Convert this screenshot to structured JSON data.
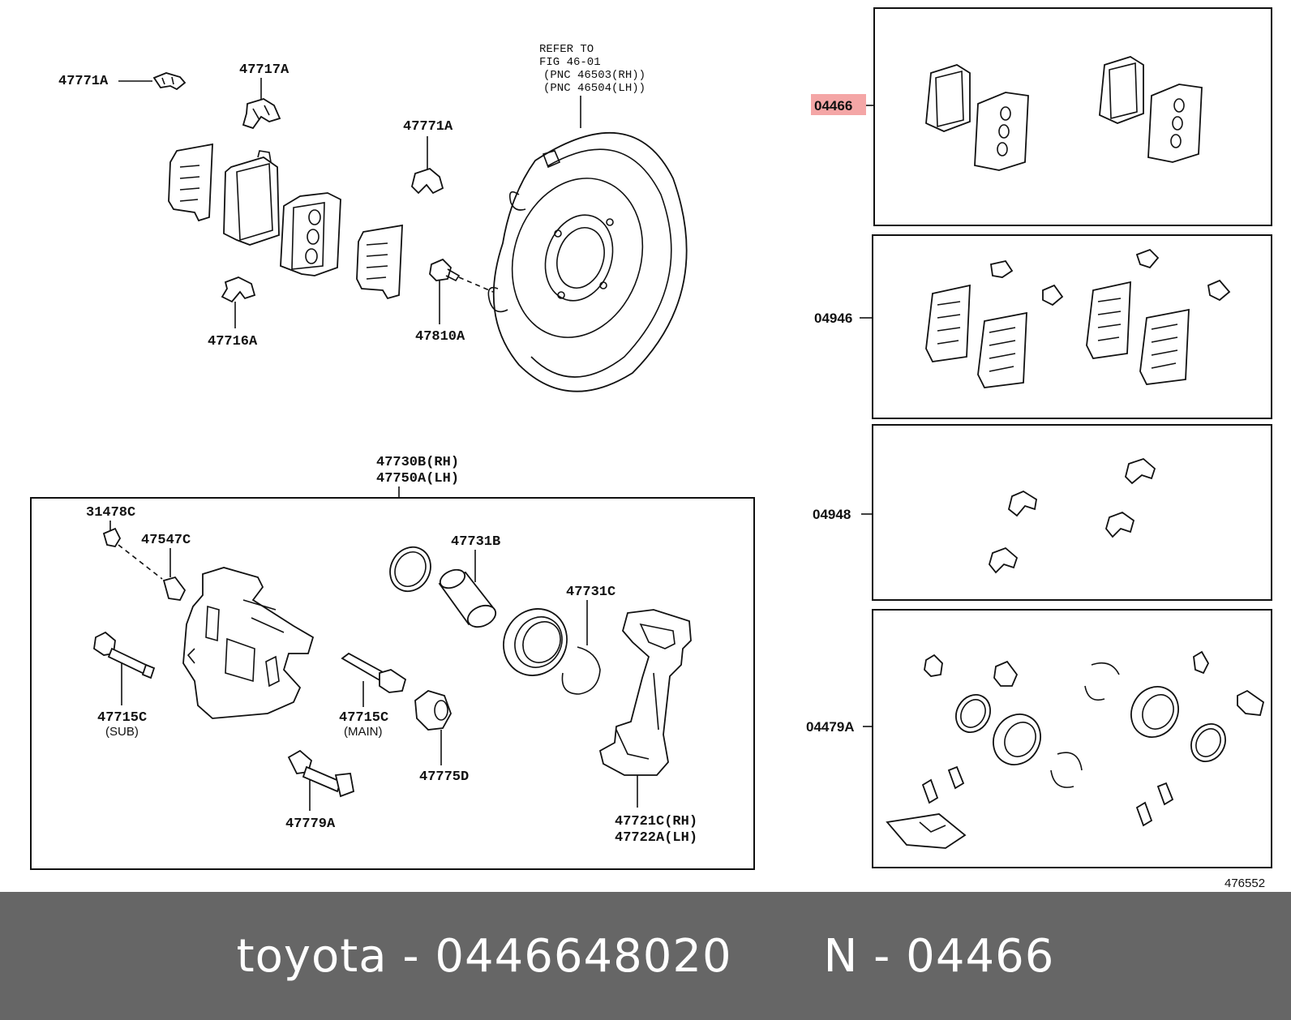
{
  "callouts": {
    "c47771a_top": "47771A",
    "c47717a": "47717A",
    "c47771a_mid": "47771A",
    "c47716a": "47716A",
    "c47810a": "47810A",
    "refer_line1": "REFER TO",
    "refer_line2": "FIG 46-01",
    "refer_line3": "(PNC 46503(RH))",
    "refer_line4": "(PNC 46504(LH))",
    "c47730b": "47730B(RH)",
    "c47750a": "47750A(LH)",
    "c31478c": "31478C",
    "c47547c": "47547C",
    "c47731b": "47731B",
    "c47731c": "47731C",
    "c47715c_sub": "47715C",
    "sub_note": "(SUB)",
    "c47715c_main": "47715C",
    "main_note": "(MAIN)",
    "c47775d": "47775D",
    "c47779a": "47779A",
    "c47721c": "47721C(RH)",
    "c47722a": "47722A(LH)"
  },
  "kits": [
    {
      "number": "04466",
      "highlighted": true
    },
    {
      "number": "04946",
      "highlighted": false
    },
    {
      "number": "04948",
      "highlighted": false
    },
    {
      "number": "04479A",
      "highlighted": false
    }
  ],
  "highlight_color": "#f4a6a6",
  "illustration_id": "476552",
  "footer": {
    "brand_part": "toyota - 0446648020",
    "n_part": "N - 04466"
  }
}
